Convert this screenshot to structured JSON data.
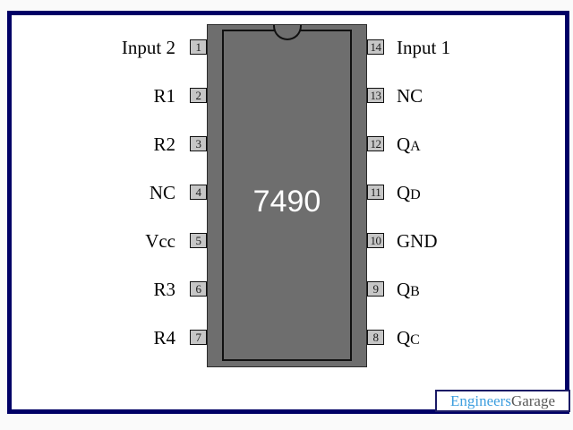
{
  "frame": {
    "color": "#000066",
    "background": "#ffffff"
  },
  "chip": {
    "label": "7490",
    "body_color": "#6e6e6e",
    "outline_color": "#111111",
    "pin_box_color": "#c6c6c6",
    "label_color": "#ffffff"
  },
  "left_pins": [
    {
      "number": "1",
      "label": "Input 2"
    },
    {
      "number": "2",
      "label": "R1"
    },
    {
      "number": "3",
      "label": "R2"
    },
    {
      "number": "4",
      "label": "NC"
    },
    {
      "number": "5",
      "label": "Vcc"
    },
    {
      "number": "6",
      "label": "R3"
    },
    {
      "number": "7",
      "label": "R4"
    }
  ],
  "right_pins": [
    {
      "number": "14",
      "label": "Input 1",
      "sub": ""
    },
    {
      "number": "13",
      "label": "NC",
      "sub": ""
    },
    {
      "number": "12",
      "label": "Q",
      "sub": "A"
    },
    {
      "number": "11",
      "label": "Q",
      "sub": "D"
    },
    {
      "number": "10",
      "label": "GND",
      "sub": ""
    },
    {
      "number": "9",
      "label": "Q",
      "sub": "B"
    },
    {
      "number": "8",
      "label": "Q",
      "sub": "C"
    }
  ],
  "logo": {
    "part1": "Engineers",
    "part2": "Garage",
    "part1_color": "#3f9fdf",
    "part2_color": "#5a5a5a",
    "border_color": "#1a1a66"
  }
}
